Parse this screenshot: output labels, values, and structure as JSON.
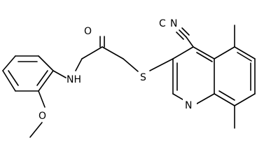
{
  "molecule": {
    "atoms": {
      "cyano_c": "C",
      "cyano_n": "N",
      "carbonyl_o": "O",
      "amide_n": "NH",
      "thioether_s": "S",
      "ring_n": "N",
      "methoxy_o": "O"
    }
  },
  "colors": {
    "bond": "#000000",
    "label": "#000000",
    "background": "#ffffff"
  }
}
